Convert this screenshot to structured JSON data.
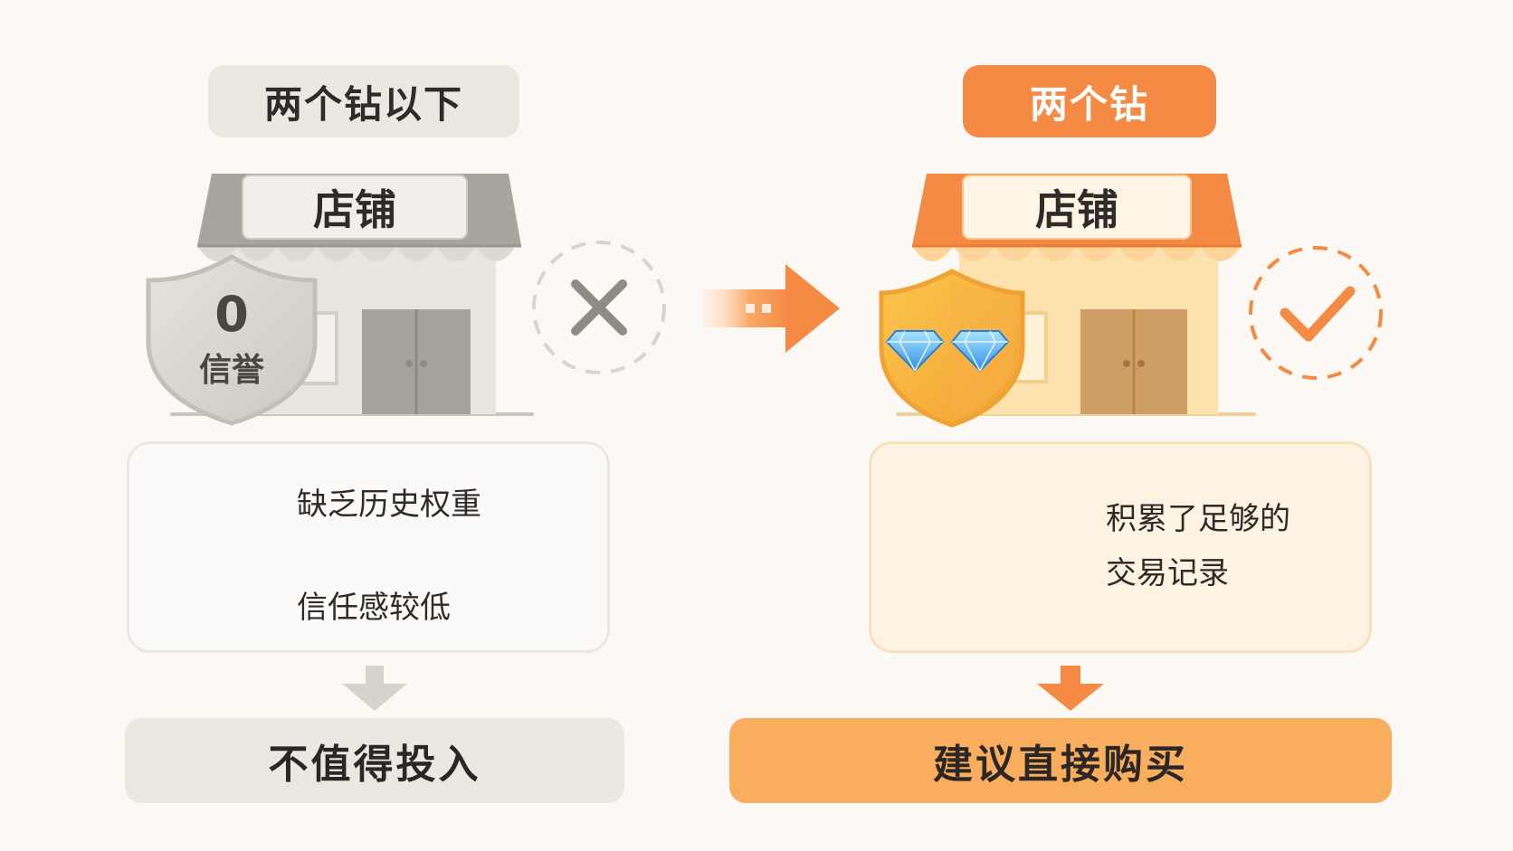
{
  "left": {
    "header": "两个钻以下",
    "store_sign": "店铺",
    "shield_number": "0",
    "shield_text": "信誉",
    "points": [
      "缺乏历史权重",
      "信任感较低"
    ],
    "result": "不值得投入"
  },
  "right": {
    "header": "两个钻",
    "store_sign": "店铺",
    "point_line1": "积累了足够的",
    "point_line2": "交易记录",
    "result": "建议直接购买"
  },
  "colors": {
    "gray_dark": "#8f8a83",
    "gray_light": "#d7d2cb",
    "orange": "#f58a45",
    "orange_light": "#f9ad5e",
    "cream": "#fdf3e2"
  }
}
